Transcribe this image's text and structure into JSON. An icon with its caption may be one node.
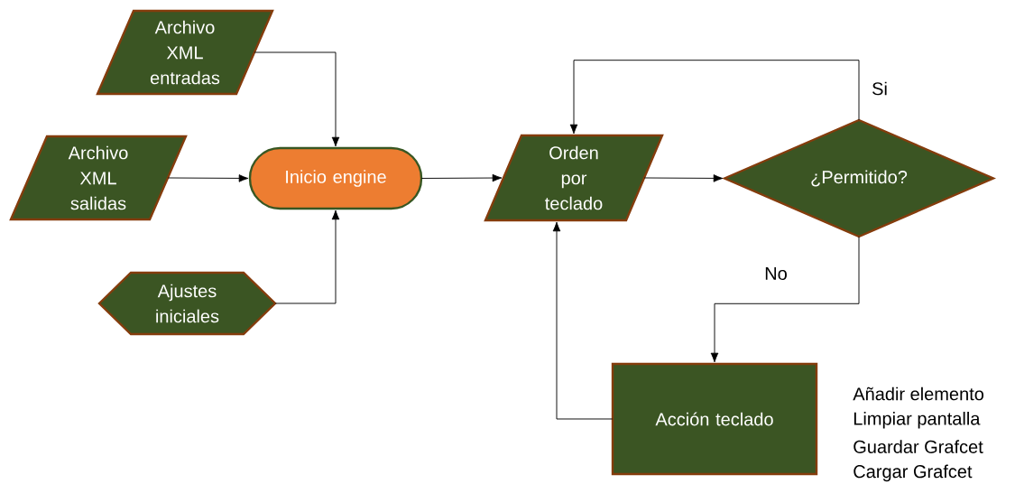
{
  "diagram": {
    "nodes": [
      {
        "text": [
          "Archivo XML entradas"
        ]
      },
      {
        "text": [
          "Archivo XML salidas"
        ]
      },
      {
        "text": [
          "Ajustes iniciales"
        ]
      },
      {
        "text": [
          "Inicio engine"
        ]
      },
      {
        "text": [
          "Orden por teclado"
        ]
      },
      {
        "text": [
          "¿Permitido?"
        ]
      },
      {
        "text": [
          "Acción teclado"
        ]
      }
    ],
    "edges": [
      {
        "from": 0,
        "to": 3,
        "arrow": "to"
      },
      {
        "from": 1,
        "to": 3,
        "arrow": "to"
      },
      {
        "from": 2,
        "to": 3,
        "arrow": "to"
      },
      {
        "from": 3,
        "to": 4,
        "arrow": "to"
      },
      {
        "from": 4,
        "to": 5,
        "arrow": "to"
      },
      {
        "from": 5,
        "to": 4,
        "arrow": "to",
        "label": "Si"
      },
      {
        "from": 5,
        "to": 6,
        "arrow": "to",
        "label": "No"
      },
      {
        "from": 6,
        "to": 4,
        "arrow": "to"
      }
    ],
    "labels": [
      "Añadir elemento",
      "Limpiar pantalla",
      "Guardar Grafcet",
      "Cargar Grafcet"
    ]
  }
}
